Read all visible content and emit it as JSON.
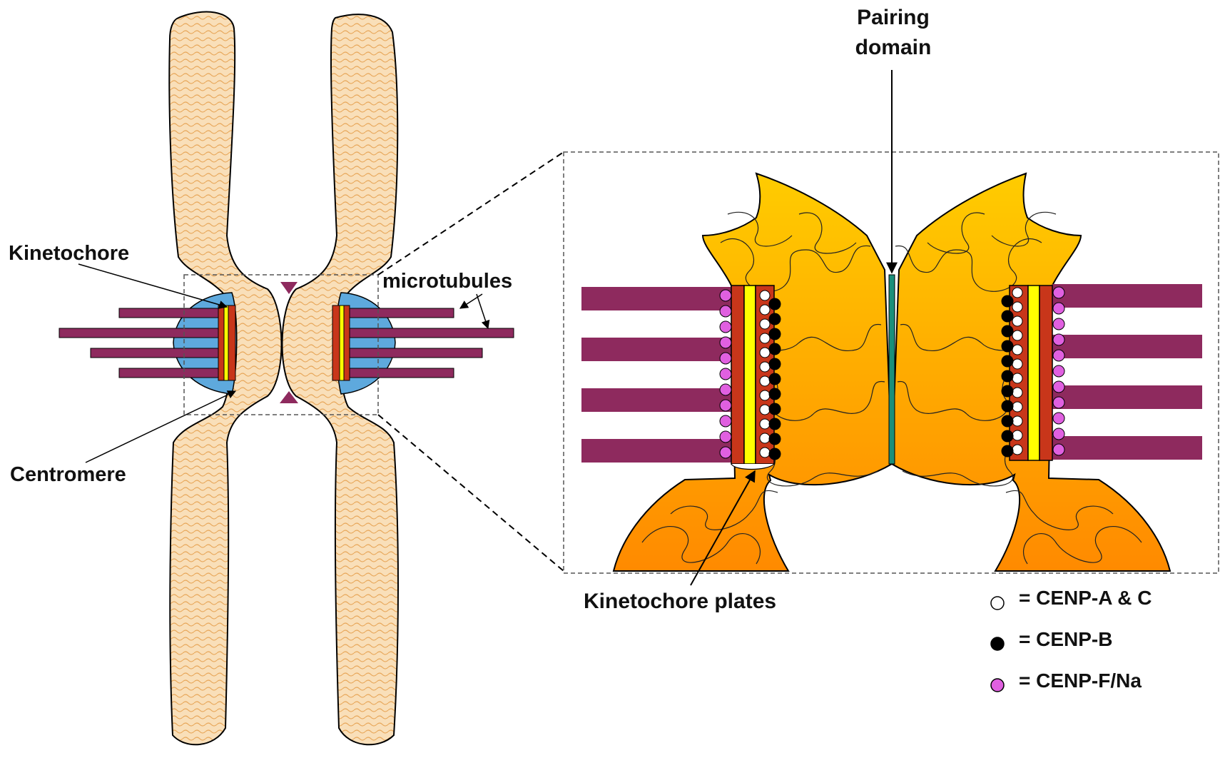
{
  "labels": {
    "kinetochore": "Kinetochore",
    "centromere": "Centromere",
    "microtubules": "microtubules",
    "pairing_domain_line1": "Pairing",
    "pairing_domain_line2": "domain",
    "kinetochore_plates": "Kinetochore plates"
  },
  "legend": [
    {
      "marker": "white-dot",
      "color": "#ffffff",
      "text": "= CENP-A & C"
    },
    {
      "marker": "black-dot",
      "color": "#000000",
      "text": "= CENP-B"
    },
    {
      "marker": "pink-dot",
      "color": "#e060e0",
      "text": "= CENP-F/Na"
    }
  ],
  "colors": {
    "chromatid": "#f9dfb9",
    "chromatid_pattern": "#e8a75a",
    "kinetochore_cap": "#5ea9dd",
    "microtubule": "#8e2a5e",
    "plate_red": "#c8361a",
    "plate_yellow": "#ffff00",
    "pairing_domain": "#1a8f7a",
    "zoom_gradient_top": "#ffcc00",
    "zoom_gradient_bottom": "#ff8a00"
  }
}
